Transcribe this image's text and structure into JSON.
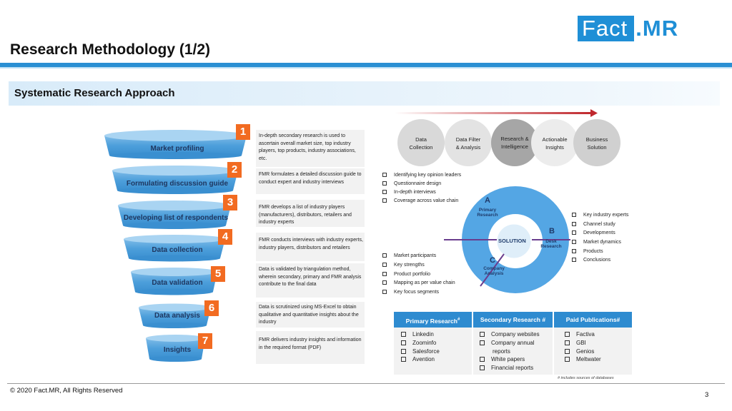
{
  "brand": {
    "logo_left": "Fact",
    "logo_right": ".MR"
  },
  "header": {
    "title": "Research Methodology (1/2)"
  },
  "section": {
    "title": "Systematic Research Approach"
  },
  "funnel": [
    {
      "num": "1",
      "label": "Market profiling",
      "desc": "In-depth secondary research is used to ascertain  overall market size, top industry players, top products, industry associations, etc."
    },
    {
      "num": "2",
      "label": "Formulating discussion guide",
      "desc": "FMR formulates a detailed discussion guide to conduct expert and industry interviews"
    },
    {
      "num": "3",
      "label": "Developing list of respondents",
      "desc": "FMR develops a list of industry players (manufacturers), distributors, retailers and industry experts"
    },
    {
      "num": "4",
      "label": "Data collection",
      "desc": "FMR conducts interviews with industry experts, industry players, distributors and retailers"
    },
    {
      "num": "5",
      "label": "Data validation",
      "desc": "Data is validated by triangulation method, wherein secondary, primary and FMR analysis contribute to the final data"
    },
    {
      "num": "6",
      "label": "Data analysis",
      "desc": "Data is scrutinized using MS-Excel to obtain qualitative and quantitative insights about the industry"
    },
    {
      "num": "7",
      "label": "Insights",
      "desc": "FMR delivers industry insights and information in the required format (PDF)"
    }
  ],
  "process": [
    {
      "line1": "Data",
      "line2": "Collection",
      "color": "#d9d9d9"
    },
    {
      "line1": "Data Filter",
      "line2": "& Analysis",
      "color": "#e3e3e3"
    },
    {
      "line1": "Research &",
      "line2": "Intelligence",
      "color": "#a6a6a6"
    },
    {
      "line1": "Actionable",
      "line2": "Insights",
      "color": "#ececec"
    },
    {
      "line1": "Business",
      "line2": "Solution",
      "color": "#d0d0d0"
    }
  ],
  "primary_list": [
    "Identifying key opinion leaders",
    "Questionnaire design",
    "In-depth interviews",
    "Coverage across value chain"
  ],
  "desk_list": [
    "Key industry experts",
    "Channel study",
    "Developments",
    "Market dynamics",
    "Products",
    "Conclusions"
  ],
  "company_list": [
    "Market participants",
    "Key strengths",
    "Product portfolio",
    "Mapping as per value chain",
    "Key focus segments"
  ],
  "wheel": {
    "a_letter": "A",
    "a_line1": "Primary",
    "a_line2": "Research",
    "b_letter": "B",
    "b_line1": "Desk",
    "b_line2": "Research",
    "c_letter": "C",
    "c_line1": "Company",
    "c_line2": "Analysis",
    "center": "SOLUTION"
  },
  "sources": {
    "primary": {
      "heading": "Primary Research",
      "mark": "#",
      "items": [
        "Linkedin",
        "Zoominfo",
        "Salesforce",
        "Avention"
      ]
    },
    "secondary": {
      "heading": "Secondary Research #",
      "items": [
        "Company websites",
        "Company annual",
        "reports",
        "White papers",
        "Financial reports"
      ]
    },
    "paid": {
      "heading": "Paid Publications#",
      "items": [
        "Factiva",
        "GBI",
        "Genios",
        "Meltwater"
      ]
    },
    "footnote": "# includes sources of databases"
  },
  "footer": {
    "copyright": "© 2020 Fact.MR, All Rights Reserved",
    "page": "3"
  },
  "colors": {
    "accent_blue": "#2e8bd0",
    "badge_orange": "#f26b21",
    "arrow_red": "#c0282d",
    "wheel_blue": "#54a6e4",
    "connector_purple": "#6a3d8e"
  }
}
